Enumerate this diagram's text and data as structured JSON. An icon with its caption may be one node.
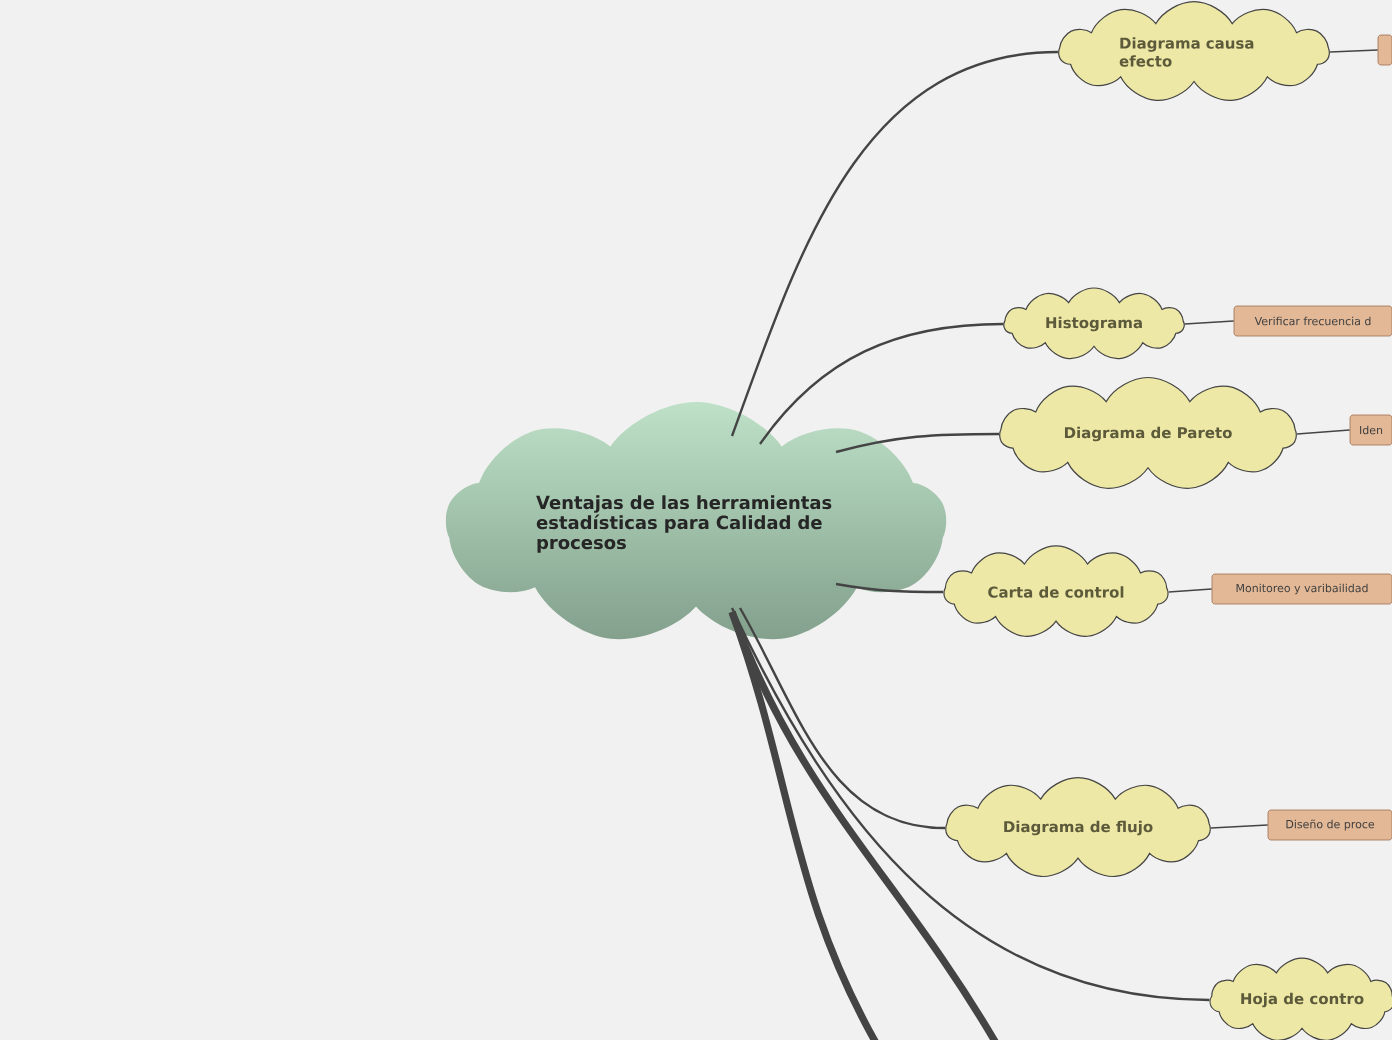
{
  "diagram": {
    "nodes": [
      {
        "text": [
          "Ventajas de las herramientas estadísticas para Calidad de procesos"
        ]
      },
      {
        "text": [
          "Diagrama causa efecto"
        ]
      },
      {
        "text": [],
        "shape": "box"
      },
      {
        "text": [
          "Histograma"
        ]
      },
      {
        "text": [
          "Verificar frecuencia d"
        ]
      },
      {
        "text": [
          "Diagrama de Pareto"
        ]
      },
      {
        "text": [
          "Iden"
        ]
      },
      {
        "text": [
          "Carta de control"
        ]
      },
      {
        "text": [
          "Monitoreo y varibailidad"
        ]
      },
      {
        "text": [
          "Diagrama de flujo"
        ]
      },
      {
        "text": [
          "Diseño de proce"
        ]
      },
      {
        "text": [
          "Hoja de contro"
        ]
      }
    ],
    "edges": [
      {
        "from": 0,
        "to": 1,
        "arrow": "none"
      },
      {
        "from": 1,
        "to": 2,
        "arrow": "none"
      },
      {
        "from": 0,
        "to": 3,
        "arrow": "none"
      },
      {
        "from": 3,
        "to": 4,
        "arrow": "none"
      },
      {
        "from": 0,
        "to": 5,
        "arrow": "none"
      },
      {
        "from": 5,
        "to": 6,
        "arrow": "none"
      },
      {
        "from": 0,
        "to": 7,
        "arrow": "none"
      },
      {
        "from": 7,
        "to": 8,
        "arrow": "none"
      },
      {
        "from": 0,
        "to": 9,
        "arrow": "none"
      },
      {
        "from": 9,
        "to": 10,
        "arrow": "none"
      },
      {
        "from": 0,
        "to": 11,
        "arrow": "none"
      },
      {
        "from": 0,
        "to": null,
        "arrow": "none",
        "style": "thick"
      },
      {
        "from": 0,
        "to": null,
        "arrow": "none",
        "style": "thick"
      }
    ]
  }
}
